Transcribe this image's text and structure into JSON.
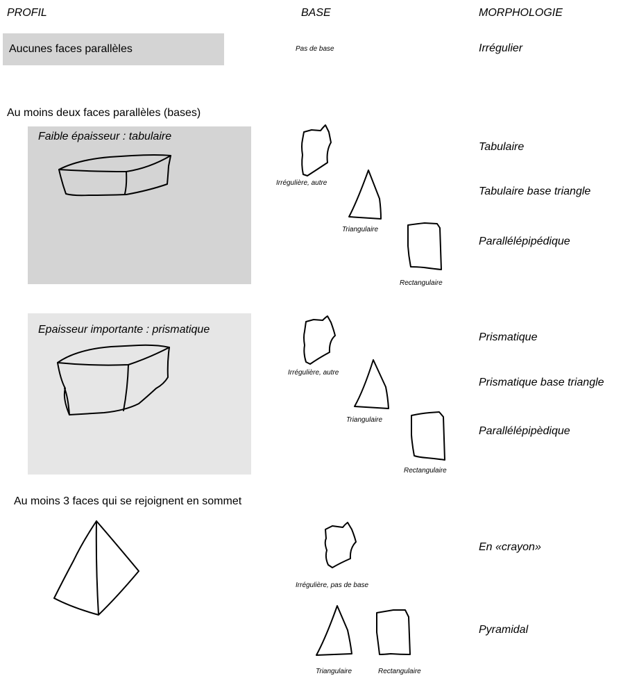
{
  "headers": {
    "profil": "PROFIL",
    "base": "BASE",
    "morphologie": "MORPHOLOGIE"
  },
  "row1": {
    "profil_label": "Aucunes faces parallèles",
    "base_caption": "Pas de base",
    "morphologie": "Irrégulier"
  },
  "section2": {
    "title": "Au moins deux faces parallèles (bases)",
    "tabulaire": {
      "profil_label": "Faible épaisseur : tabulaire",
      "bases": [
        "Irrégulière, autre",
        "Triangulaire",
        "Rectangulaire"
      ],
      "morphologies": [
        "Tabulaire",
        "Tabulaire base triangle",
        "Parallélépipédique"
      ]
    },
    "prismatique": {
      "profil_label": "Epaisseur importante : prismatique",
      "bases": [
        "Irrégulière, autre",
        "Triangulaire",
        "Rectangulaire"
      ],
      "morphologies": [
        "Prismatique",
        "Prismatique base triangle",
        "Parallélépipèdique"
      ]
    }
  },
  "section3": {
    "title": "Au moins 3 faces qui se rejoignent en sommet",
    "bases": [
      "Irrégulière, pas de base",
      "Triangulaire",
      "Rectangulaire"
    ],
    "morphologies": [
      "En «crayon»",
      "Pyramidal"
    ]
  }
}
